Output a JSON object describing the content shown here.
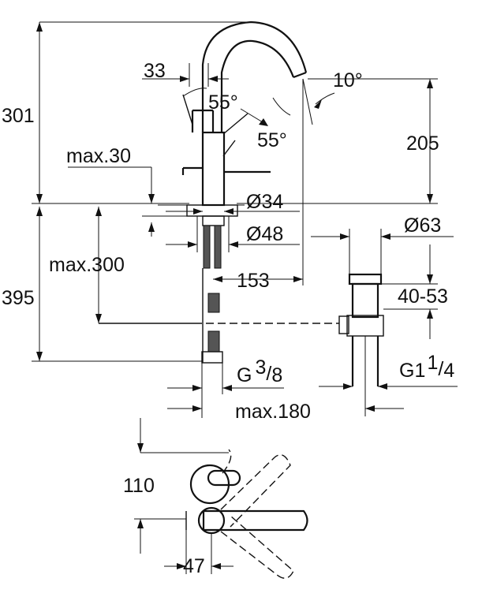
{
  "dimensions": {
    "height_above_deck": "301",
    "spout_height": "205",
    "spout_reach": "153",
    "lever_offset": "33",
    "spout_angle": "10°",
    "lever_angle_upper": "55°",
    "lever_angle_lower": "55°",
    "max_deck_thickness": "max.30",
    "hole_diameter": "Ø34",
    "base_diameter": "Ø48",
    "drain_diameter": "Ø63",
    "under_deck_height": "395",
    "max_hose_length": "max.300",
    "drain_range": "40-53",
    "connection_thread": "G",
    "connection_thread_fraction_num": "3",
    "connection_thread_fraction_den": "8",
    "drain_thread": "G1",
    "drain_thread_fraction_num": "1",
    "drain_thread_fraction_den": "4",
    "max_rod_length": "max.180",
    "plan_depth": "110",
    "plan_offset": "47"
  }
}
